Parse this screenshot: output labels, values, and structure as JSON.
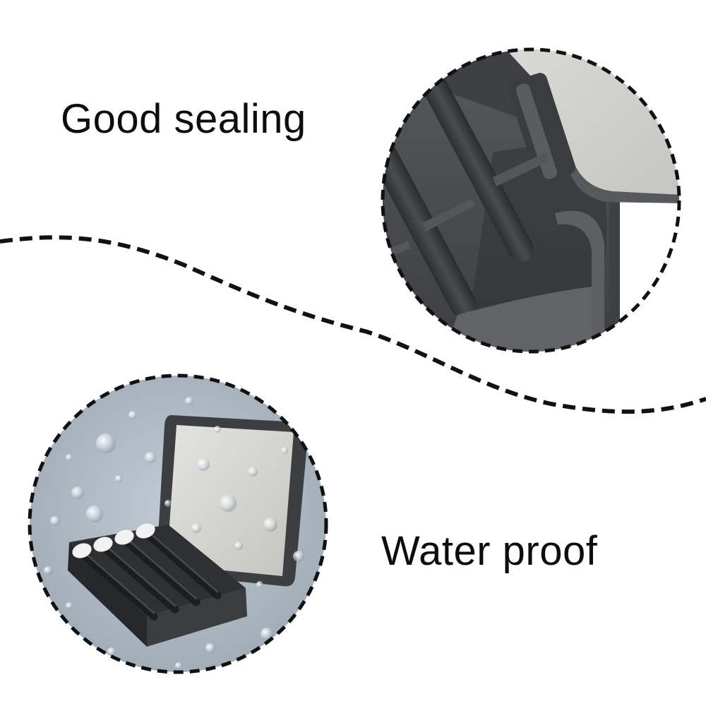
{
  "features": {
    "sealing": {
      "label": "Good sealing"
    },
    "waterproof": {
      "label": "Water proof"
    }
  },
  "colors": {
    "background": "#ffffff",
    "text": "#0d0d0d",
    "dashed_line": "#111111",
    "case_dark": "#3b3d40",
    "case_mid": "#5a5c60",
    "lid_light": "#cfcfcb",
    "water_bg": "#aeb8c2"
  },
  "icons": {
    "sealing_photo": "case-hinge-closeup",
    "waterproof_photo": "case-with-water-droplets"
  }
}
